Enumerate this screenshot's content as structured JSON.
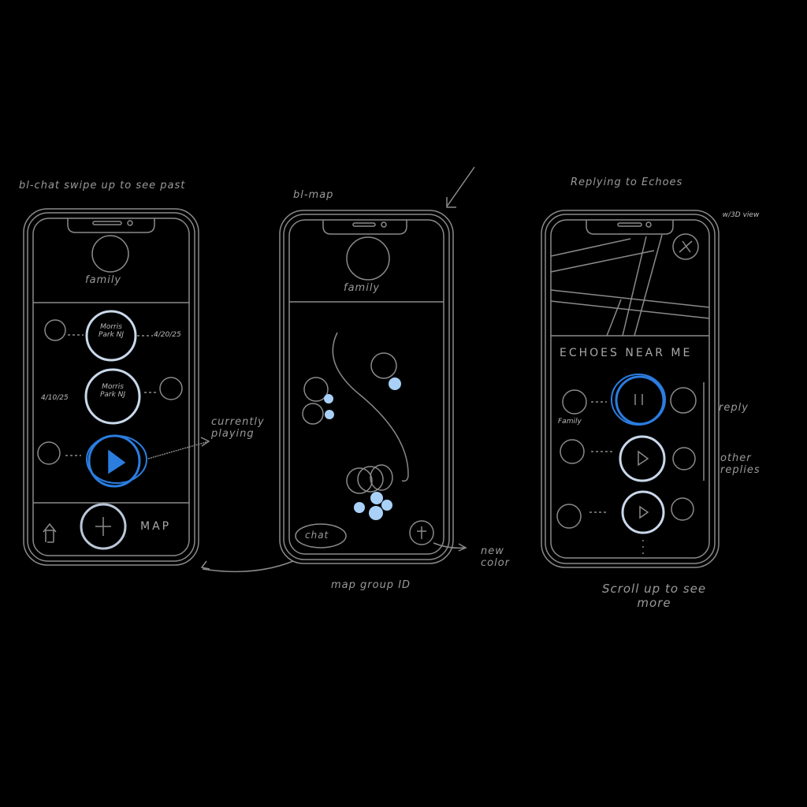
{
  "colors": {
    "stroke": "#8a8a8a",
    "accent_blue": "#2b7de0",
    "light_blue": "#a9d1f7",
    "background": "#000000",
    "text": "#9a9a9a"
  },
  "screen1": {
    "annotation": "bl-chat swipe up to see past",
    "header_label": "family",
    "items": [
      {
        "label": "Morris Park NJ",
        "note": "4/20/25"
      },
      {
        "label": "Morris Park NJ",
        "note": "4/10/25"
      },
      {
        "label": "",
        "icon": "play-icon"
      }
    ],
    "callout": "currently playing",
    "nav": {
      "home_icon": "home-icon",
      "add_icon": "plus-icon",
      "map_label": "MAP"
    }
  },
  "screen2": {
    "annotation": "bl-map",
    "header_label": "family",
    "chat_button": "chat",
    "add_icon": "plus-icon",
    "callout": "new color",
    "caption": "map group ID"
  },
  "screen3": {
    "annotation": "Replying to Echoes",
    "view_callout": "w/3D view",
    "section_title": "ECHOES NEAR ME",
    "rows": [
      {
        "state": "paused",
        "icon": "pause-icon",
        "label": "Family"
      },
      {
        "state": "idle",
        "icon": "play-icon",
        "label": ""
      },
      {
        "state": "idle",
        "icon": "play-icon",
        "label": ""
      }
    ],
    "reply_callout": "reply",
    "other_callout": "other replies",
    "caption": "Scroll up to see more"
  }
}
